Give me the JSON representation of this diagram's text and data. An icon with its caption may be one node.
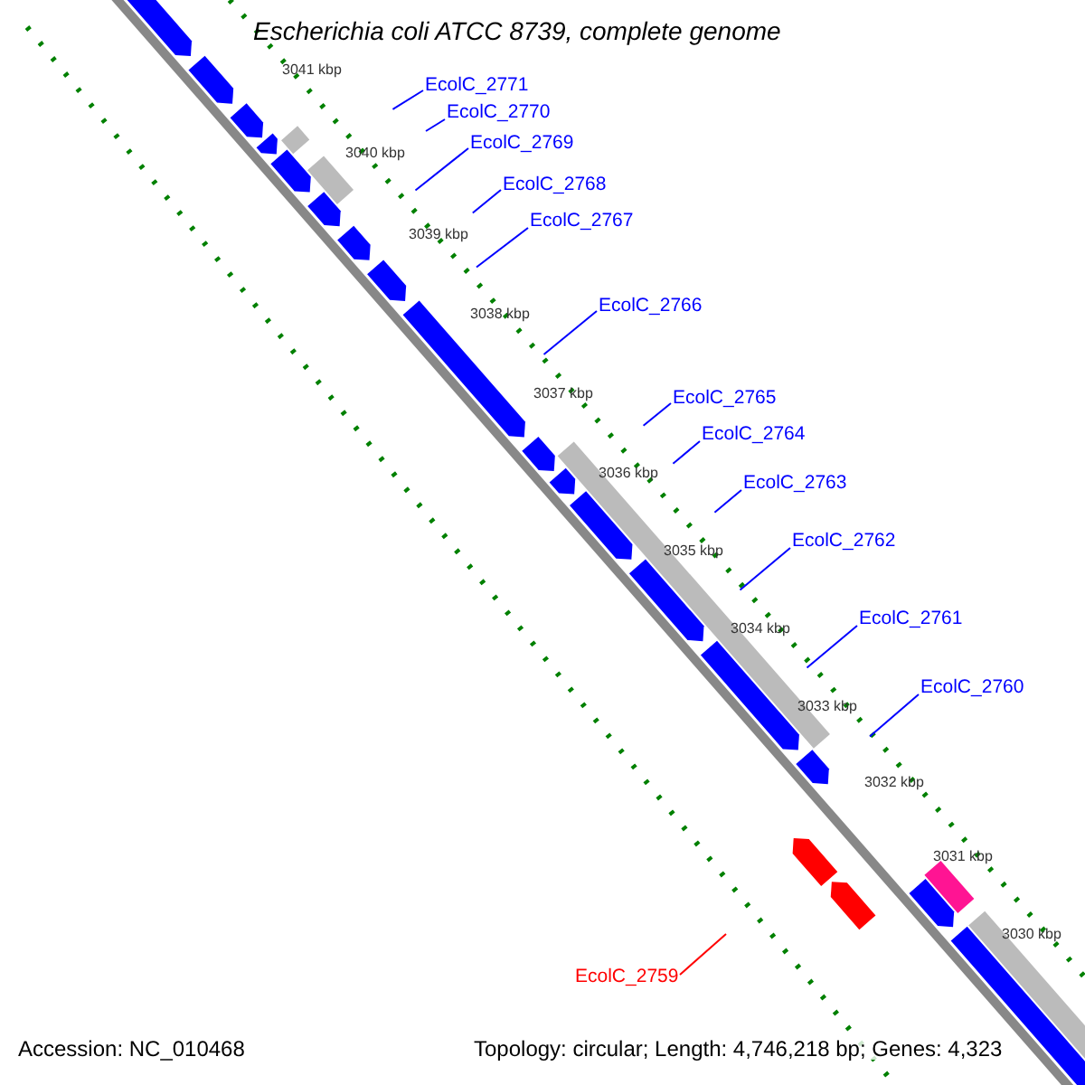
{
  "diagram": {
    "title": "Escherichia coli ATCC 8739, complete genome",
    "nodes": [
      {
        "text": [
          "EcolC_2771"
        ]
      },
      {
        "text": [
          "EcolC_2770"
        ]
      },
      {
        "text": [
          "EcolC_2769"
        ]
      },
      {
        "text": [
          "EcolC_2768"
        ]
      },
      {
        "text": [
          "EcolC_2767"
        ]
      },
      {
        "text": [
          "EcolC_2766"
        ]
      },
      {
        "text": [
          "EcolC_2765"
        ]
      },
      {
        "text": [
          "EcolC_2764"
        ]
      },
      {
        "text": [
          "EcolC_2763"
        ]
      },
      {
        "text": [
          "EcolC_2762"
        ]
      },
      {
        "text": [
          "EcolC_2761"
        ]
      },
      {
        "text": [
          "EcolC_2760"
        ]
      },
      {
        "text": [
          "EcolC_2759"
        ]
      }
    ],
    "edges": [
      {
        "from": 0,
        "to": null,
        "arrow": "none"
      },
      {
        "from": 1,
        "to": null,
        "arrow": "none"
      },
      {
        "from": 2,
        "to": null,
        "arrow": "none"
      },
      {
        "from": 3,
        "to": null,
        "arrow": "none"
      },
      {
        "from": 4,
        "to": null,
        "arrow": "none"
      },
      {
        "from": 5,
        "to": null,
        "arrow": "none"
      },
      {
        "from": 6,
        "to": null,
        "arrow": "none"
      },
      {
        "from": 7,
        "to": null,
        "arrow": "none"
      },
      {
        "from": 8,
        "to": null,
        "arrow": "none"
      },
      {
        "from": 9,
        "to": null,
        "arrow": "none"
      },
      {
        "from": 10,
        "to": null,
        "arrow": "none"
      },
      {
        "from": 11,
        "to": null,
        "arrow": "none"
      },
      {
        "from": 12,
        "to": null,
        "arrow": "none",
        "color": "#ff0000"
      }
    ],
    "labels": [
      "3041 kbp",
      "3040 kbp",
      "3039 kbp",
      "3038 kbp",
      "3037 kbp",
      "3036 kbp",
      "3035 kbp",
      "3034 kbp",
      "3033 kbp",
      "3032 kbp",
      "3031 kbp",
      "3030 kbp",
      "Accession: NC_010468",
      "Topology: circular; Length: 4,746,218 bp; Genes: 4,323"
    ]
  }
}
